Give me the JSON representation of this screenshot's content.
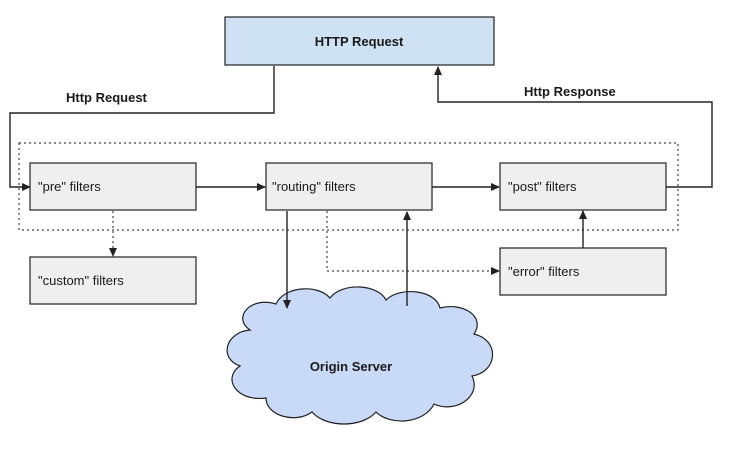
{
  "nodes": {
    "http_request": "HTTP Request",
    "pre": "\"pre\" filters",
    "routing": "\"routing\" filters",
    "post": "\"post\" filters",
    "custom": "\"custom\" filters",
    "error": "\"error\" filters",
    "origin": "Origin Server"
  },
  "edges": {
    "http_request_label": "Http Request",
    "http_response_label": "Http Response"
  },
  "colors": {
    "request_box_fill": "#cfe2f3",
    "filter_box_fill": "#efefef",
    "cloud_fill": "#c9daf8",
    "stroke": "#222222"
  }
}
